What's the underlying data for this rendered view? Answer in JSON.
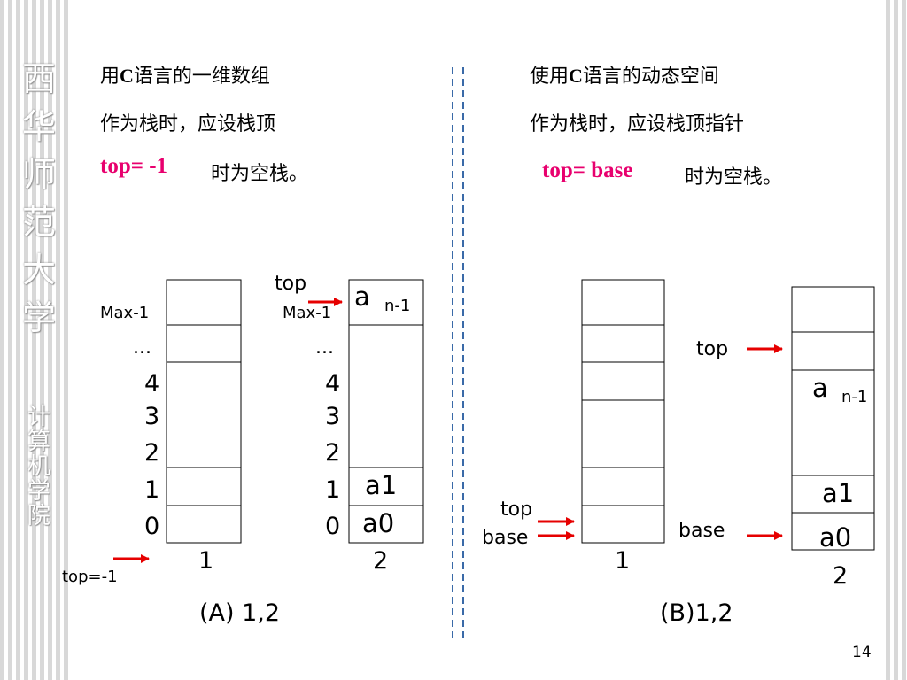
{
  "side_title": {
    "school": [
      "西",
      "华",
      "师",
      "范",
      "大",
      "学"
    ],
    "college": [
      "计",
      "算",
      "机",
      "学",
      "院"
    ]
  },
  "left": {
    "line1_pre": "用",
    "line1_c": "C",
    "line1_post": "语言的一维数组",
    "line2": "作为栈时，应设栈顶",
    "cond": "top= -1",
    "cond_suffix": "时为空栈。"
  },
  "right": {
    "line1_pre": "使用",
    "line1_c": "C",
    "line1_post": "语言的动态空间",
    "line2": "作为栈时，应设栈顶指针",
    "cond": "top= base",
    "cond_suffix": "时为空栈。"
  },
  "diagram_a": {
    "index_labels": {
      "max": "Max-1",
      "dots": "...",
      "i4": "4",
      "i3": "3",
      "i2": "2",
      "i1": "1",
      "i0": "0"
    },
    "stack1_caption": "1",
    "stack2_caption": "2",
    "top_label": "top",
    "top_empty_label": "top=-1",
    "cell_top_a": "a",
    "cell_top_sub": "n-1",
    "cell_a1": "a1",
    "cell_a0": "a0",
    "caption": "(A) 1,2"
  },
  "diagram_b": {
    "top_label_1": "top",
    "base_label_1": "base",
    "stack1_caption": "1",
    "top_label_2": "top",
    "base_label_2": "base",
    "cell_top_a": "a",
    "cell_top_sub": "n-1",
    "cell_a1": "a1",
    "cell_a0": "a0",
    "stack2_caption": "2",
    "caption": "(B)1,2"
  },
  "page_number": "14",
  "colors": {
    "accent": "#e8006e",
    "arrow": "#e60000",
    "divider": "#3a6aa8",
    "stripe": "#d8d8d8"
  }
}
